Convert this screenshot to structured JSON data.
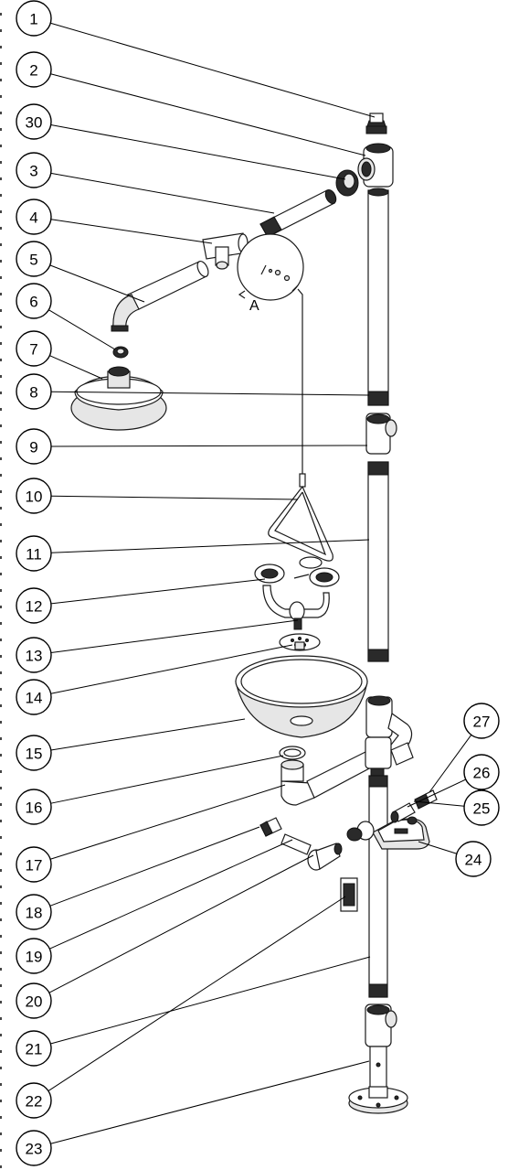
{
  "callouts": [
    {
      "id": "1",
      "label": "1"
    },
    {
      "id": "2",
      "label": "2"
    },
    {
      "id": "30",
      "label": "30"
    },
    {
      "id": "3",
      "label": "3"
    },
    {
      "id": "4",
      "label": "4"
    },
    {
      "id": "5",
      "label": "5"
    },
    {
      "id": "6",
      "label": "6"
    },
    {
      "id": "7",
      "label": "7"
    },
    {
      "id": "8",
      "label": "8"
    },
    {
      "id": "9",
      "label": "9"
    },
    {
      "id": "10",
      "label": "10"
    },
    {
      "id": "11",
      "label": "11"
    },
    {
      "id": "12",
      "label": "12"
    },
    {
      "id": "13",
      "label": "13"
    },
    {
      "id": "14",
      "label": "14"
    },
    {
      "id": "15",
      "label": "15"
    },
    {
      "id": "16",
      "label": "16"
    },
    {
      "id": "17",
      "label": "17"
    },
    {
      "id": "18",
      "label": "18"
    },
    {
      "id": "19",
      "label": "19"
    },
    {
      "id": "20",
      "label": "20"
    },
    {
      "id": "21",
      "label": "21"
    },
    {
      "id": "22",
      "label": "22"
    },
    {
      "id": "23",
      "label": "23"
    },
    {
      "id": "24",
      "label": "24"
    },
    {
      "id": "25",
      "label": "25"
    },
    {
      "id": "26",
      "label": "26"
    },
    {
      "id": "27",
      "label": "27"
    }
  ],
  "detail_label": "A"
}
